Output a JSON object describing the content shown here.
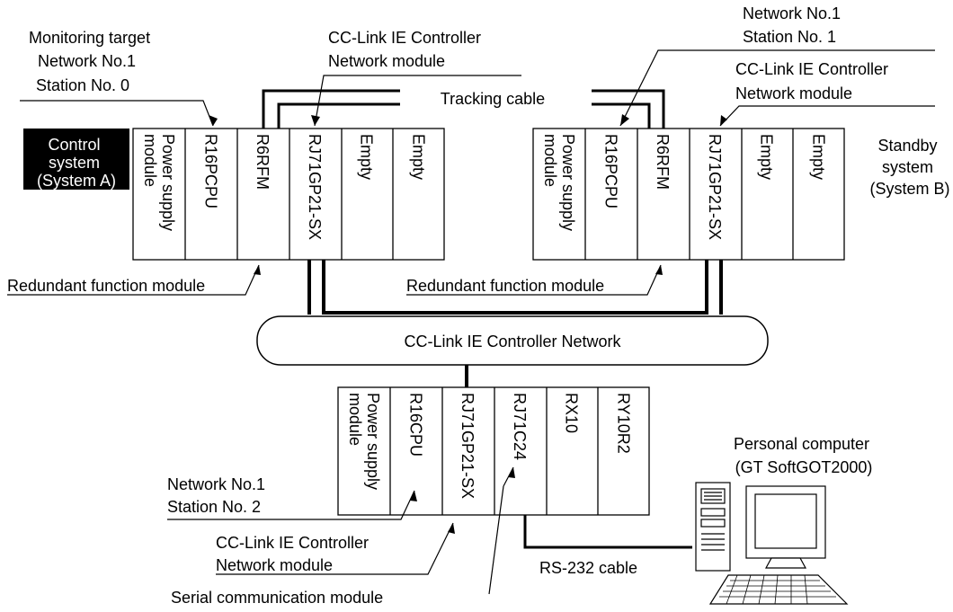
{
  "control": {
    "label_lines": [
      "Control",
      "system",
      "(System A)"
    ],
    "modules": [
      [
        "Power supply",
        "module"
      ],
      [
        "R16PCPU"
      ],
      [
        "R6RFM"
      ],
      [
        "RJ71GP21-SX"
      ],
      [
        "Empty"
      ],
      [
        "Empty"
      ]
    ],
    "monitoring_lines": [
      "Monitoring target",
      "Network No.1",
      "Station No. 0"
    ],
    "ccie_lines": [
      "CC-Link IE Controller",
      "Network module"
    ],
    "redundant": "Redundant function module"
  },
  "standby": {
    "label_lines": [
      "Standby",
      "system",
      "(System B)"
    ],
    "modules": [
      [
        "Power supply",
        "module"
      ],
      [
        "R16PCPU"
      ],
      [
        "R6RFM"
      ],
      [
        "RJ71GP21-SX"
      ],
      [
        "Empty"
      ],
      [
        "Empty"
      ]
    ],
    "station_lines": [
      "Network No.1",
      "Station No. 1"
    ],
    "ccie_lines": [
      "CC-Link IE Controller",
      "Network module"
    ],
    "redundant": "Redundant function module"
  },
  "tracking_cable": "Tracking cable",
  "network_label": "CC-Link IE Controller Network",
  "remote": {
    "modules": [
      [
        "Power supply",
        "module"
      ],
      [
        "R16CPU"
      ],
      [
        "RJ71GP21-SX"
      ],
      [
        "RJ71C24"
      ],
      [
        "RX10"
      ],
      [
        "RY10R2"
      ]
    ],
    "station_lines": [
      "Network No.1",
      "Station No. 2"
    ],
    "ccie_lines": [
      "CC-Link IE Controller",
      "Network module"
    ],
    "serial": "Serial communication module"
  },
  "pc_lines": [
    "Personal computer",
    "(GT SoftGOT2000)"
  ],
  "rs232": "RS-232 cable"
}
